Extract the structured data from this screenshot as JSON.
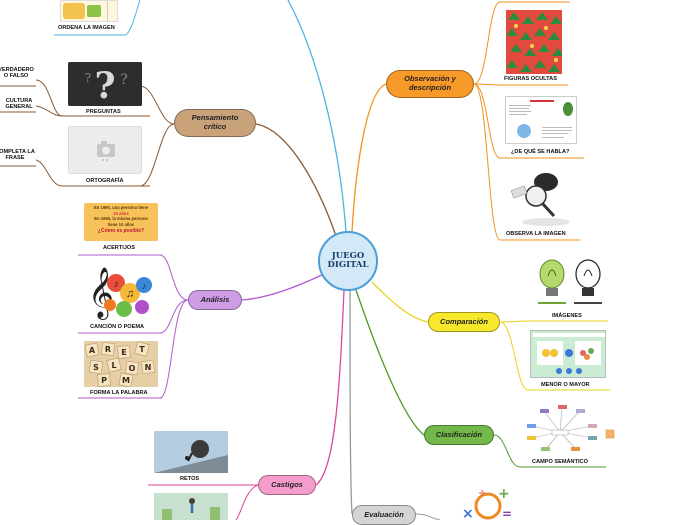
{
  "center": {
    "label_line1": "JUEGO",
    "label_line2": "DIGITAL"
  },
  "branches": {
    "pensamiento": {
      "label": "Pensamiento crítico",
      "color": "#c9a27a",
      "line": "#8a5a33"
    },
    "analisis": {
      "label": "Análisis",
      "color": "#cf9de6",
      "line": "#b25ad1"
    },
    "castigos": {
      "label": "Castigos",
      "color": "#f49ccb",
      "line": "#e0459a"
    },
    "observacion": {
      "label": "Observación y descripción",
      "color": "#f79a2a",
      "line": "#f0921e"
    },
    "comparacion": {
      "label": "Comparación",
      "color": "#f7e82b",
      "line": "#e8d21a"
    },
    "clasificacion": {
      "label": "Clasificación",
      "color": "#72b84a",
      "line": "#4f9a2c"
    },
    "evaluacion": {
      "label": "Evaluación",
      "color": "#d4d4d4",
      "line": "#999999"
    }
  },
  "leaves": {
    "ordena": "ORDENA LA IMAGEN",
    "preguntas": "PREGUNTAS",
    "ortografia": "ORTOGRAFÍA",
    "verdadero": "VERDADERO O FALSO",
    "cultura": "CULTURA GENERAL",
    "completa": "COMPLETA LA FRASE",
    "acertijos": "ACERTIJOS",
    "cancion": "CANCIÓN O POEMA",
    "forma": "FORMA LA PALABRA",
    "retos": "RETOS",
    "figuras": "FIGURAS OCULTAS",
    "dequese": "¿DE QUÉ SE HABLA?",
    "observa": "OBSERVA LA IMAGEN",
    "imagenes": "IMÁGENES",
    "menor": "MENOR O MAYOR",
    "campo": "CAMPO SEMÁNTICO"
  },
  "acertijo_text": {
    "line1": "En 1990, una persona tiene",
    "line2": "15 años",
    "line3": "En 1995, la misma persona",
    "line4": "tiene 10 años",
    "line5": "¿Cómo es posible?"
  },
  "ortografia_icon": "camera-icon",
  "preguntas_icon": "question-mark-icon"
}
